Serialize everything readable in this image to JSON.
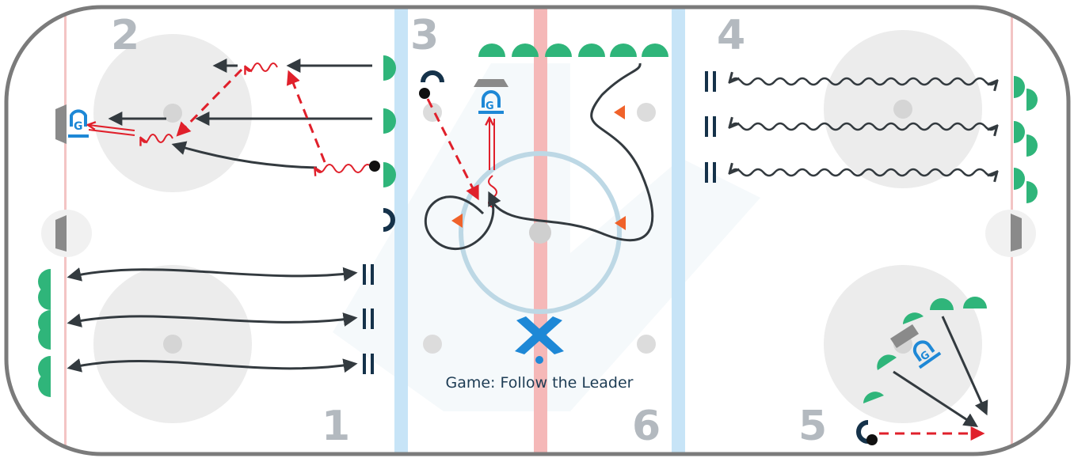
{
  "caption": "Game: Follow the Leader",
  "station_numbers": [
    "1",
    "2",
    "3",
    "4",
    "5",
    "6"
  ],
  "colors": {
    "board": "#7b7b7b",
    "blue_line": "#c7e4f7",
    "red_line": "#f5b8b8",
    "goal_line": "#f3c4c4",
    "circle_fill": "#ececec",
    "faceoff_dot": "#d5d5d5",
    "player": "#2fb57a",
    "coach": "#15324a",
    "goalie": "#1e88d6",
    "pass": "#e0202b",
    "skate": "#333a3f",
    "cone": "#f0622a",
    "net": "#8a8a8a",
    "puck": "#111111",
    "logo": "#1e88d6",
    "center_circle": "#bdd8e5",
    "station_number": "#b3b9bf"
  },
  "icons": {
    "player": "player-icon",
    "coach": "coach-icon",
    "goalie": "goalie-icon",
    "cone": "cone-icon",
    "net": "net-icon",
    "puck": "puck-icon",
    "stop": "stop-marker-icon",
    "logo": "crossed-sticks-logo-icon"
  }
}
